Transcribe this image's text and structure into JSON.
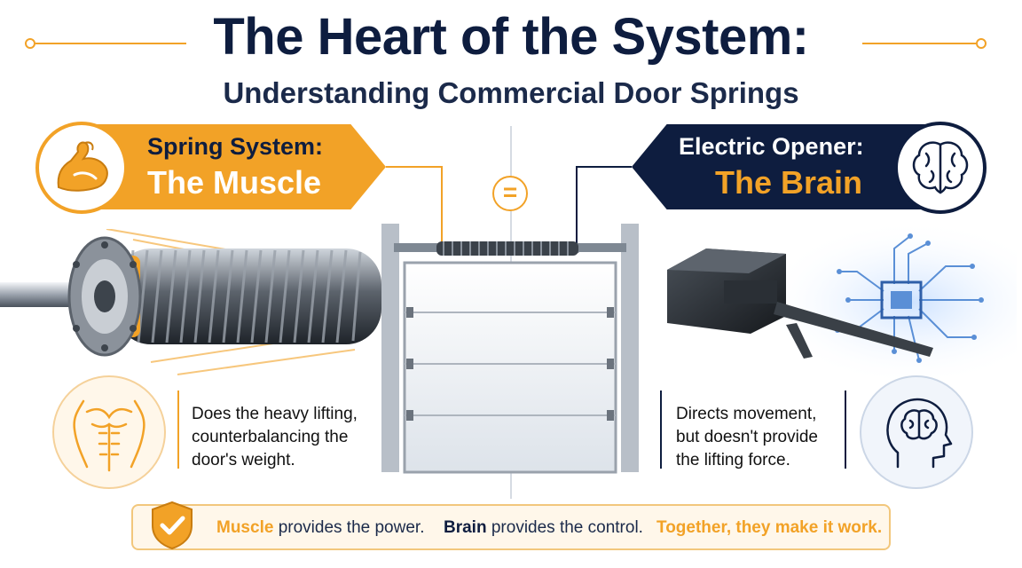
{
  "title": "The Heart of the System:",
  "subtitle": "Understanding Commercial Door Springs",
  "left": {
    "label_line1": "Spring System:",
    "label_line2": "The Muscle",
    "description": [
      "Does the heavy lifting,",
      "counterbalancing the",
      "door's weight."
    ]
  },
  "right": {
    "label_line1": "Electric Opener:",
    "label_line2": "The Brain",
    "description": [
      "Directs movement,",
      "but doesn't provide",
      "the lifting force."
    ]
  },
  "center_symbol": "=",
  "footer": {
    "muscle_word": "Muscle",
    "muscle_rest": "provides the power.",
    "brain_word": "Brain",
    "brain_rest": "provides the control.",
    "together": "Together, they make it work."
  },
  "colors": {
    "orange": "#f2a227",
    "navy": "#0e1d3f",
    "light_blue": "#cfe3ff"
  },
  "icons": [
    "flexed-arm-icon",
    "brain-icon",
    "torso-icon",
    "head-brain-icon",
    "shield-check-icon"
  ]
}
